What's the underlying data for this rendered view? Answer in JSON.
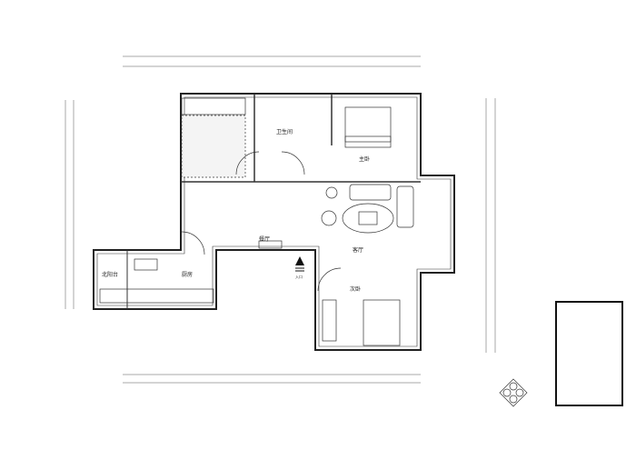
{
  "rooms": {
    "bathroom": "卫生间",
    "master_bedroom": "主卧",
    "dining": "餐厅",
    "living": "客厅",
    "kitchen": "厨房",
    "north_balcony": "北阳台",
    "second_bedroom": "次卧",
    "entrance": "入口"
  }
}
